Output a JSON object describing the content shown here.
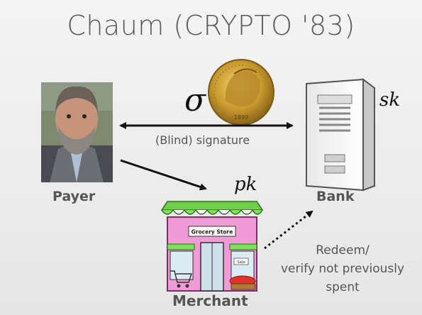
{
  "slide": {
    "title": "Chaum (CRYPTO '83)"
  },
  "nodes": {
    "payer": "Payer",
    "bank": "Bank",
    "merchant": "Merchant"
  },
  "math": {
    "sigma": "σ",
    "sk": "sk",
    "pk": "pk"
  },
  "edges": {
    "payer_bank": "(Blind) signature",
    "merchant_bank_line1": "Redeem/",
    "merchant_bank_line2": "verify not previously",
    "merchant_bank_line3": "spent"
  },
  "coin": {
    "year": "1899"
  },
  "store_sign": {
    "name": "Grocery Store",
    "sale": "Sale"
  }
}
